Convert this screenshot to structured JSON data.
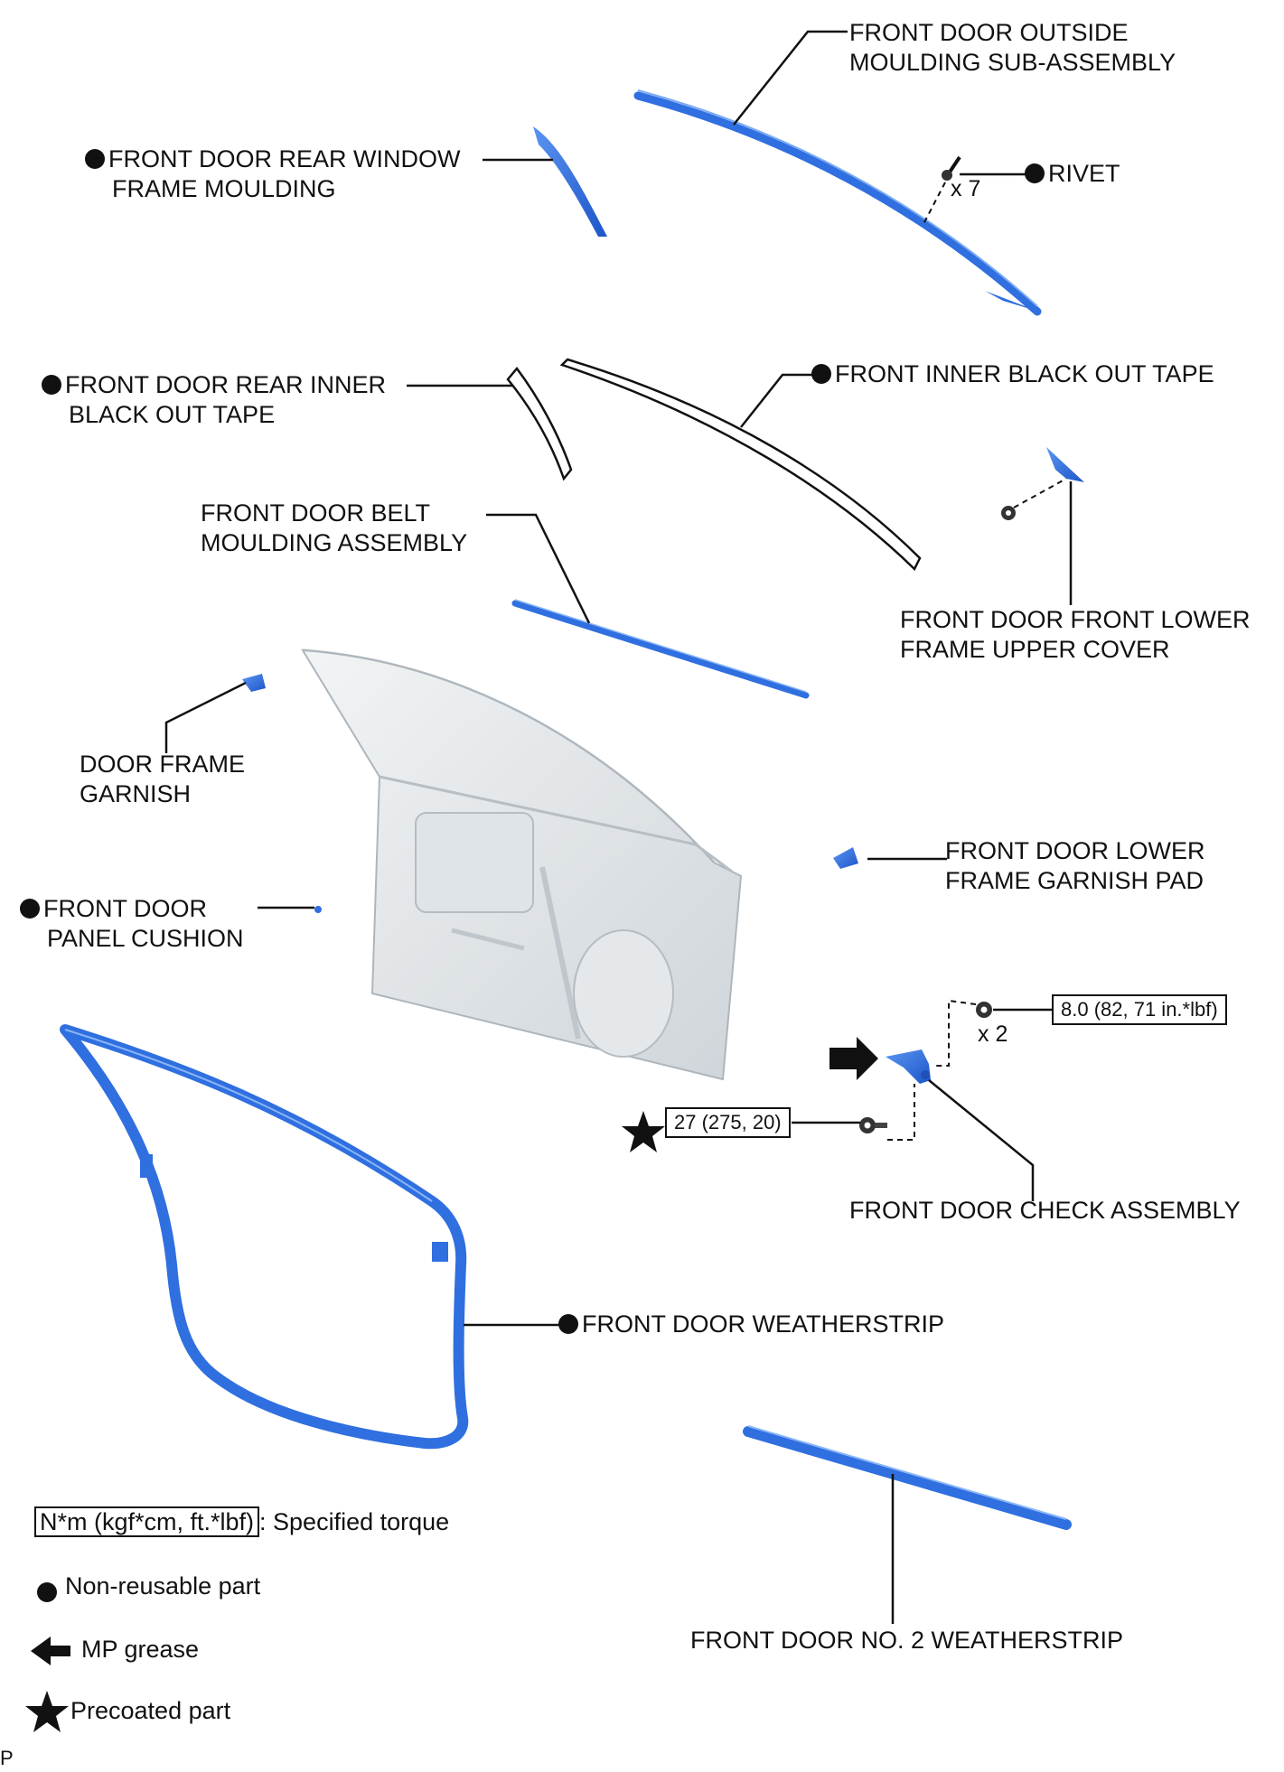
{
  "labels": {
    "outside_moulding": [
      "FRONT DOOR OUTSIDE",
      "MOULDING SUB-ASSEMBLY"
    ],
    "rear_window_moulding": [
      "FRONT DOOR REAR WINDOW",
      "FRAME MOULDING"
    ],
    "rivet": "RIVET",
    "rivet_qty": "x 7",
    "rear_inner_tape": [
      "FRONT DOOR REAR INNER",
      "BLACK OUT TAPE"
    ],
    "front_inner_tape": "FRONT INNER BLACK OUT TAPE",
    "belt_moulding": [
      "FRONT DOOR BELT",
      "MOULDING ASSEMBLY"
    ],
    "front_lower_cover": [
      "FRONT DOOR FRONT LOWER",
      "FRAME UPPER COVER"
    ],
    "door_frame_garnish": [
      "DOOR FRAME",
      "GARNISH"
    ],
    "lower_garnish_pad": [
      "FRONT DOOR LOWER",
      "FRAME GARNISH PAD"
    ],
    "panel_cushion": [
      "FRONT DOOR",
      "PANEL CUSHION"
    ],
    "check_bolt_torque": "8.0 (82, 71 in.*lbf)",
    "check_bolt_qty": "x 2",
    "check_bolt2_torque": "27 (275, 20)",
    "check_assembly": "FRONT DOOR CHECK ASSEMBLY",
    "weatherstrip": "FRONT DOOR WEATHERSTRIP",
    "no2_weatherstrip": "FRONT DOOR NO. 2 WEATHERSTRIP"
  },
  "legend": {
    "torque_box": "N*m (kgf*cm, ft.*lbf)",
    "torque_text": ": Specified torque",
    "non_reusable": "Non-reusable part",
    "mp_grease": "MP grease",
    "precoated": "Precoated part"
  },
  "corner_mark": "P",
  "colors": {
    "part_blue": "#2f6fe0",
    "part_dark": "#1f4fb8",
    "door_panel": "#e3e7ea",
    "ink": "#111111"
  }
}
